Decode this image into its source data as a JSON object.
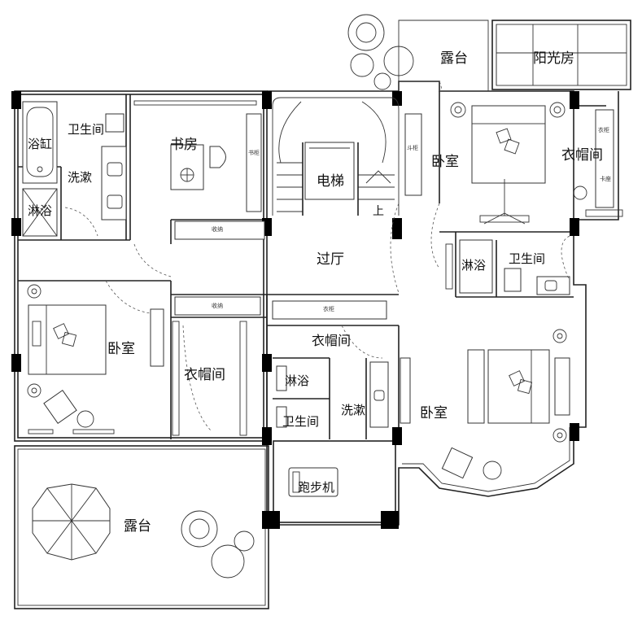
{
  "labels": {
    "terrace_top": "露台",
    "sunroom": "阳光房",
    "bathroom_left": "卫生间",
    "bathtub": "浴缸",
    "wash_left": "洗漱",
    "shower_left": "淋浴",
    "study": "书房",
    "bookcase": "书柜",
    "elevator": "电梯",
    "up": "上",
    "cabinet_top": "斗柜",
    "bedroom_master": "卧室",
    "wardrobe_master": "衣帽间",
    "clothes_cabinet_right": "衣柜",
    "card_seat": "卡座",
    "storage_top": "收纳",
    "hall": "过厅",
    "shower_right": "淋浴",
    "bathroom_right": "卫生间",
    "bedroom_left": "卧室",
    "storage_mid": "收纳",
    "wardrobe_left": "衣帽间",
    "clothes_cabinet_mid": "衣柜",
    "wardrobe_mid": "衣帽间",
    "shower_mid": "淋浴",
    "bathroom_mid": "卫生间",
    "wash_mid": "洗漱",
    "bedroom_right": "卧室",
    "treadmill": "跑步机",
    "terrace_bottom": "露台"
  }
}
